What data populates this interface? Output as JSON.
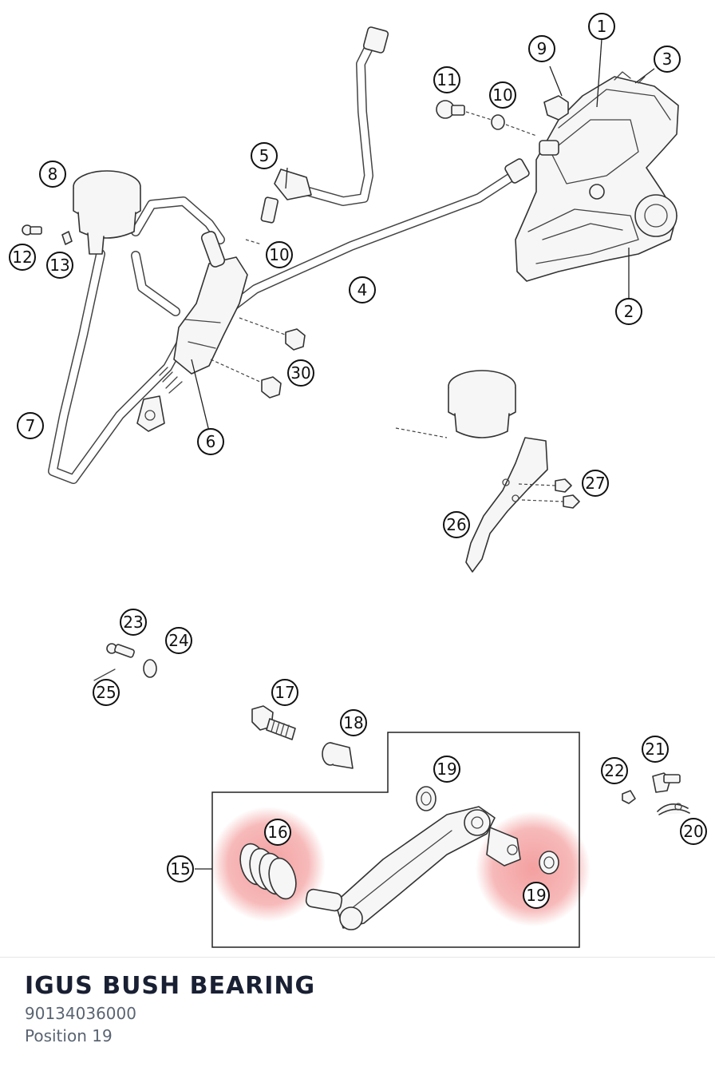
{
  "product": {
    "name": "IGUS BUSH BEARING",
    "part_number": "90134036000",
    "position": "Position 19"
  },
  "highlight_color": "#f08080",
  "callouts": [
    {
      "id": "c1",
      "label": "1"
    },
    {
      "id": "c2",
      "label": "2"
    },
    {
      "id": "c3",
      "label": "3"
    },
    {
      "id": "c4",
      "label": "4"
    },
    {
      "id": "c5",
      "label": "5"
    },
    {
      "id": "c6",
      "label": "6"
    },
    {
      "id": "c7",
      "label": "7"
    },
    {
      "id": "c8",
      "label": "8"
    },
    {
      "id": "c9",
      "label": "9"
    },
    {
      "id": "c10a",
      "label": "10"
    },
    {
      "id": "c10b",
      "label": "10"
    },
    {
      "id": "c11",
      "label": "11"
    },
    {
      "id": "c12",
      "label": "12"
    },
    {
      "id": "c13",
      "label": "13"
    },
    {
      "id": "c30",
      "label": "30"
    },
    {
      "id": "c27",
      "label": "27"
    },
    {
      "id": "c26",
      "label": "26"
    },
    {
      "id": "c23",
      "label": "23"
    },
    {
      "id": "c24",
      "label": "24"
    },
    {
      "id": "c25",
      "label": "25"
    },
    {
      "id": "c17",
      "label": "17"
    },
    {
      "id": "c18",
      "label": "18"
    },
    {
      "id": "c19a",
      "label": "19"
    },
    {
      "id": "c19b",
      "label": "19"
    },
    {
      "id": "c16",
      "label": "16"
    },
    {
      "id": "c15",
      "label": "15"
    },
    {
      "id": "c21",
      "label": "21"
    },
    {
      "id": "c22",
      "label": "22"
    },
    {
      "id": "c20",
      "label": "20"
    }
  ]
}
